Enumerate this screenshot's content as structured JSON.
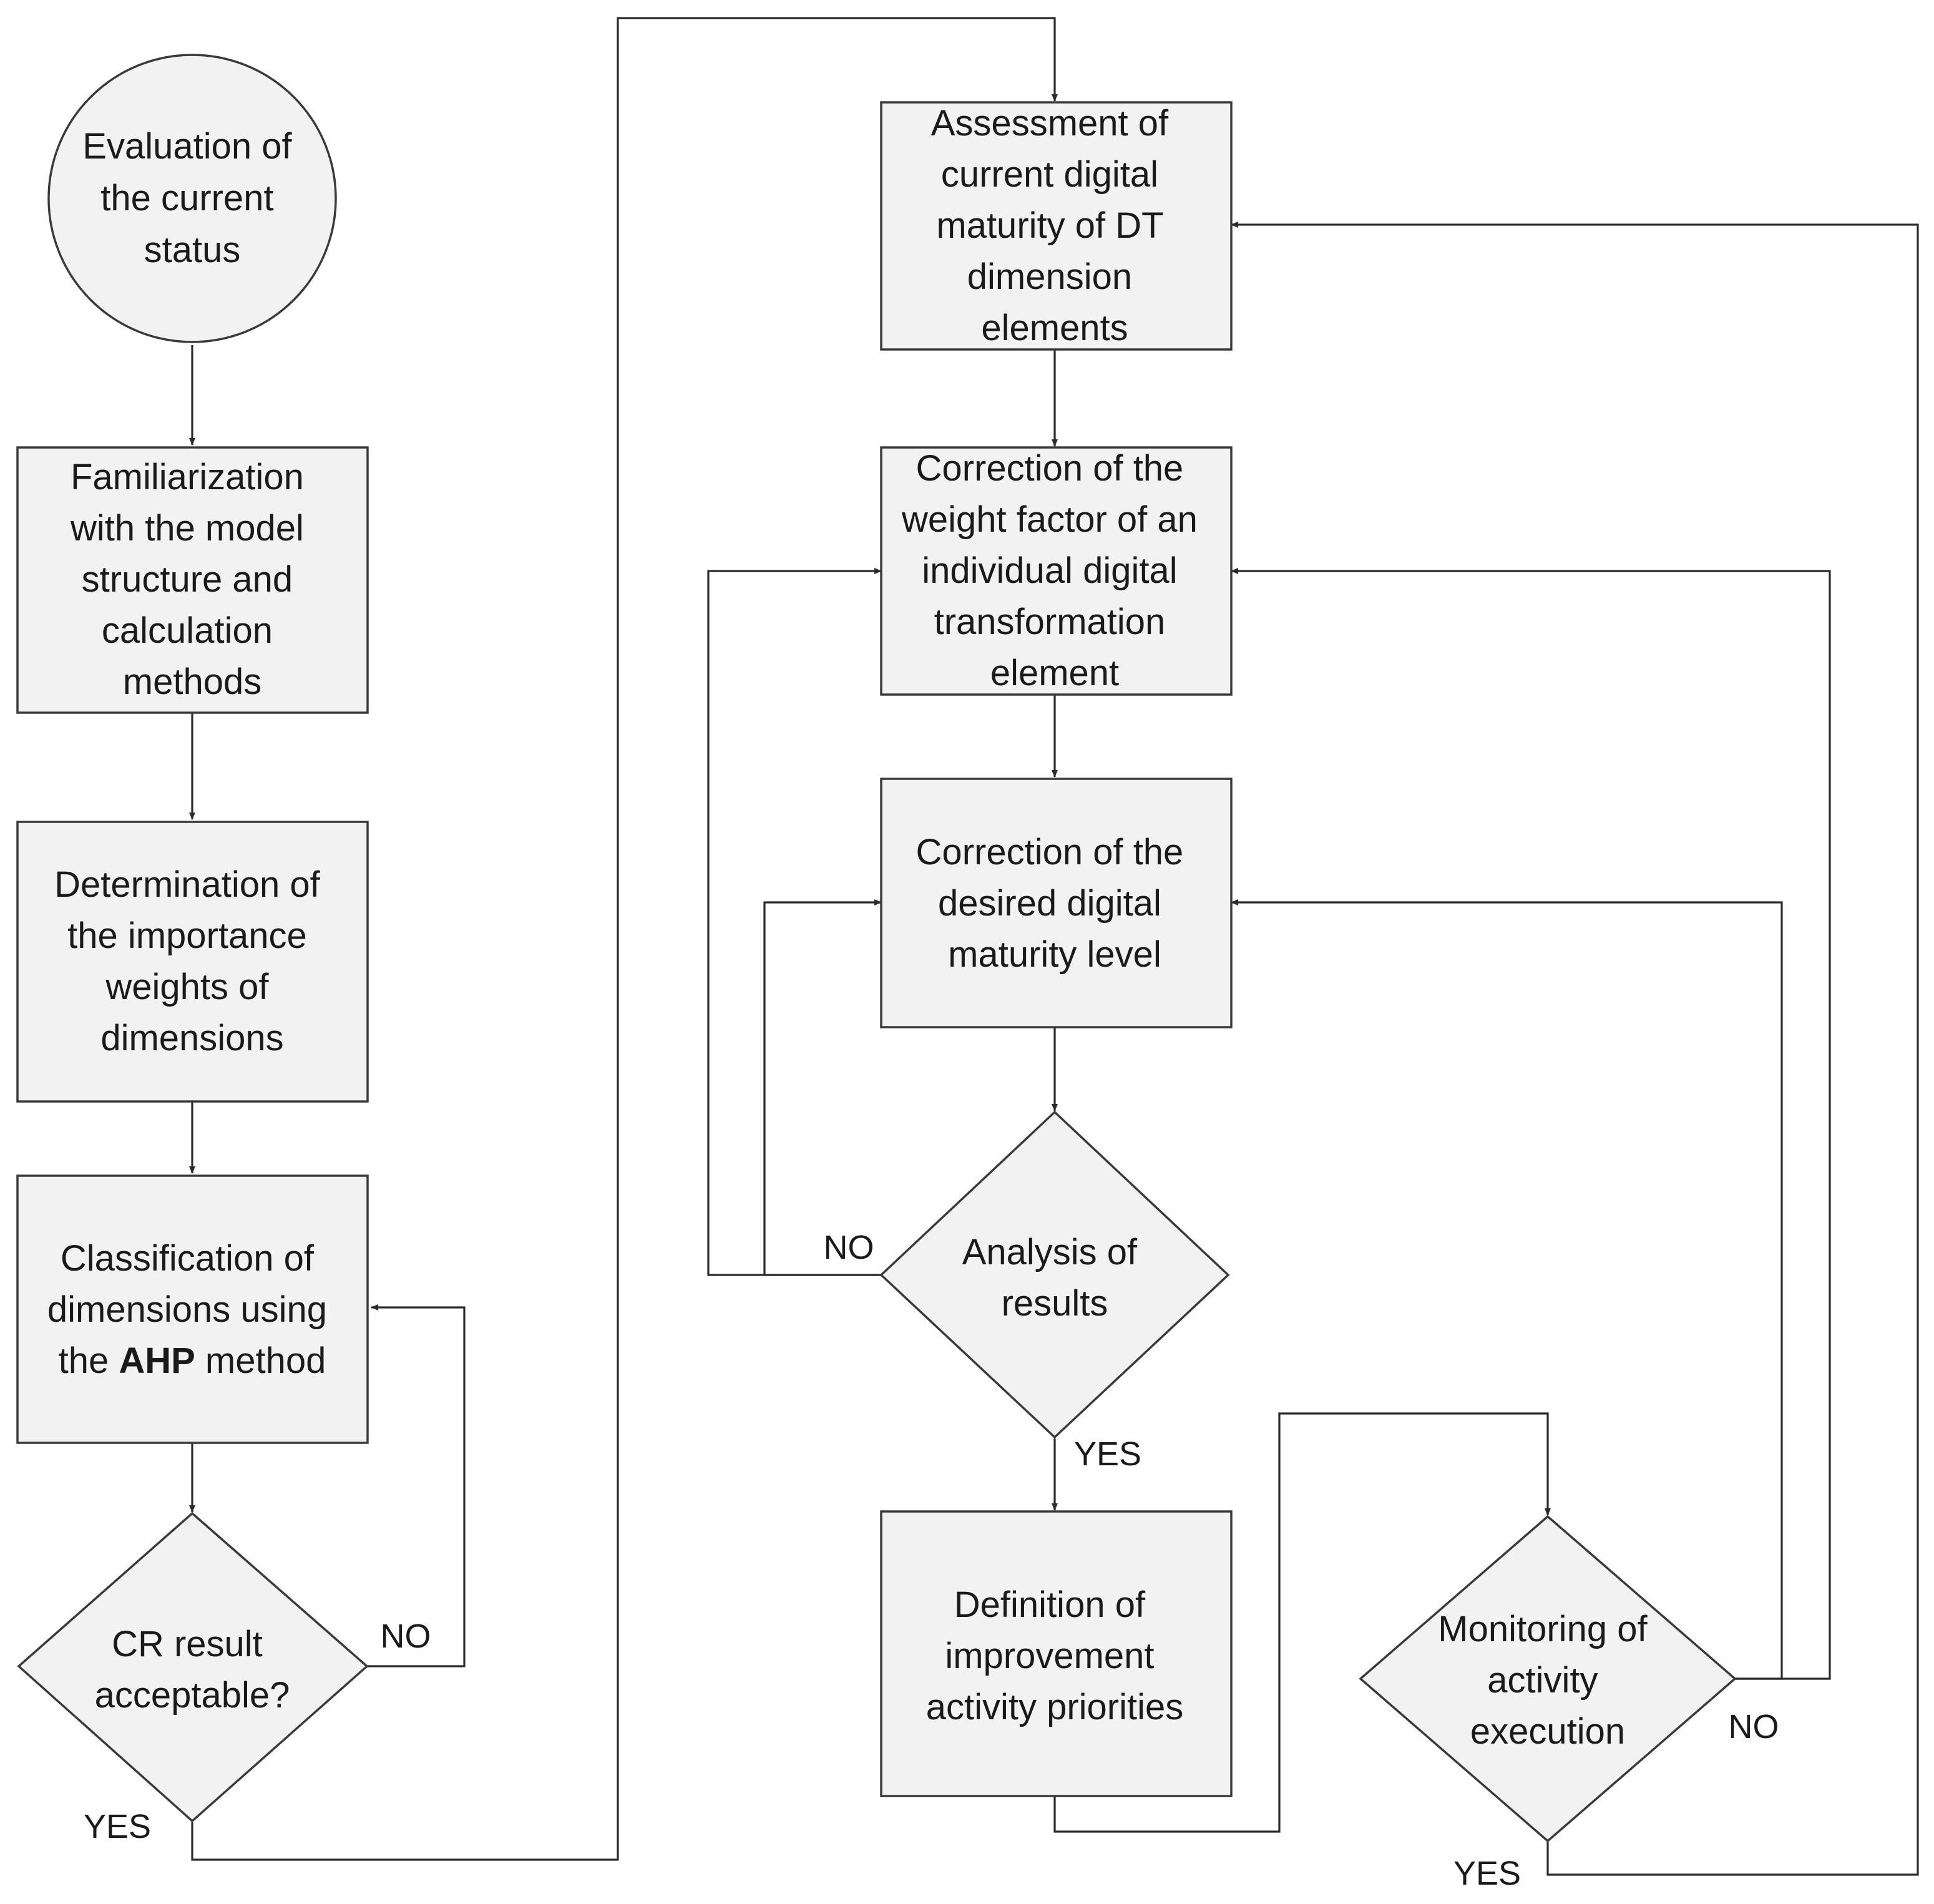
{
  "nodes": {
    "start": {
      "lines": [
        "Evaluation of",
        "the current",
        "status"
      ]
    },
    "familiarization": {
      "lines": [
        "Familiarization",
        "with the model",
        "structure and",
        "calculation",
        "methods"
      ]
    },
    "importance": {
      "lines": [
        "Determination of",
        "the importance",
        "weights of",
        "dimensions"
      ]
    },
    "classification": {
      "line1": "Classification of",
      "line2": "dimensions using",
      "line3_pre": "the ",
      "line3_bold": "AHP",
      "line3_post": " method"
    },
    "cr_decision": {
      "lines": [
        "CR result",
        "acceptable?"
      ]
    },
    "assessment": {
      "lines": [
        "Assessment of",
        "current digital",
        "maturity of DT",
        "dimension",
        "elements"
      ]
    },
    "weight_correction": {
      "lines": [
        "Correction of the",
        "weight factor of an",
        "individual digital",
        "transformation",
        "element"
      ]
    },
    "maturity_correction": {
      "lines": [
        "Correction of the",
        "desired digital",
        "maturity level"
      ]
    },
    "analysis": {
      "lines": [
        "Analysis of",
        "results"
      ]
    },
    "priorities": {
      "lines": [
        "Definition of",
        "improvement",
        "activity priorities"
      ]
    },
    "monitoring": {
      "lines": [
        "Monitoring of",
        "activity",
        "execution"
      ]
    }
  },
  "edge_labels": {
    "cr_no": "NO",
    "cr_yes": "YES",
    "analysis_no": "NO",
    "analysis_yes": "YES",
    "monitoring_no": "NO",
    "monitoring_yes": "YES"
  }
}
